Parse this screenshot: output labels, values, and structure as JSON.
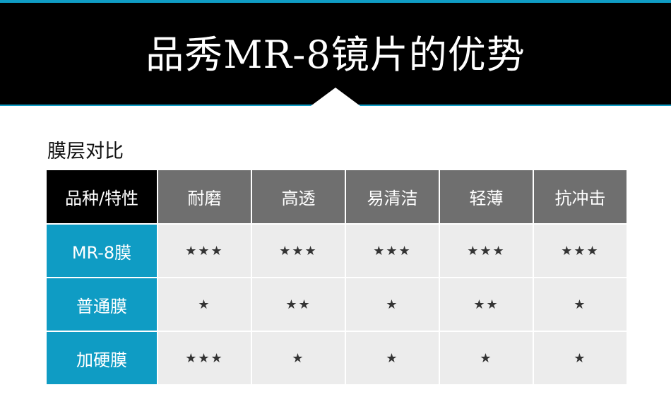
{
  "header": {
    "title": "品秀MR-8镜片的优势"
  },
  "section": {
    "title": "膜层对比"
  },
  "table": {
    "corner": "品种/特性",
    "columns": [
      "耐磨",
      "高透",
      "易清洁",
      "轻薄",
      "抗冲击"
    ],
    "rows": [
      {
        "name": "MR-8膜",
        "cells": [
          "★★★",
          "★★★",
          "★★★",
          "★★★",
          "★★★"
        ]
      },
      {
        "name": "普通膜",
        "cells": [
          "★",
          "★★",
          "★",
          "★★",
          "★"
        ]
      },
      {
        "name": "加硬膜",
        "cells": [
          "★★★",
          "★",
          "★",
          "★",
          "★"
        ]
      }
    ]
  },
  "colors": {
    "accent": "#0f9cc4",
    "header_black": "#000000",
    "header_gray": "#6f6f6f",
    "cell_bg": "#ececec"
  }
}
